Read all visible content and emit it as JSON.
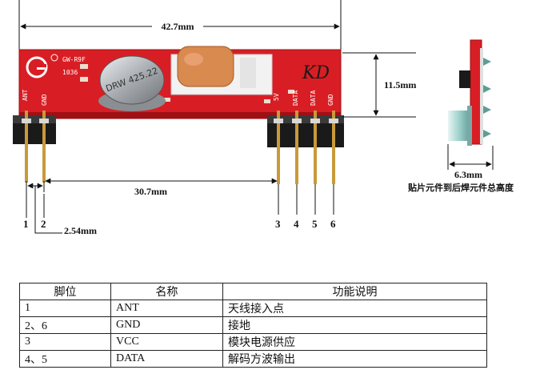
{
  "dimensions": {
    "length": "42.7mm",
    "height": "11.5mm",
    "pitch": "2.54mm",
    "pin_span": "30.7mm",
    "smd_height": "6.3mm",
    "smd_note": "贴片元件到后焊元件总高度"
  },
  "board": {
    "model": "GW-R9F",
    "code": "1036",
    "crystal": "DRW 425.22",
    "logo": "KD",
    "pin_silk": [
      "ANT",
      "GND",
      "5V",
      "DATA",
      "DATA",
      "GND"
    ]
  },
  "pins": [
    "1",
    "2",
    "3",
    "4",
    "5",
    "6"
  ],
  "table": {
    "headers": [
      "脚位",
      "名称",
      "功能说明"
    ],
    "rows": [
      {
        "pin": "1",
        "name": "ANT",
        "desc": "天线接入点"
      },
      {
        "pin": "2、6",
        "name": "GND",
        "desc": "接地"
      },
      {
        "pin": "3",
        "name": "VCC",
        "desc": "模块电源供应"
      },
      {
        "pin": "4、5",
        "name": "DATA",
        "desc": "解码方波输出"
      }
    ]
  },
  "colors": {
    "pcb": "#d81e24",
    "pcb_edge": "#9e1014",
    "header": "#1a1a1a",
    "pin": "#c89a3a",
    "cap": "#d98a4e",
    "crystal": "#b8bcc0",
    "side_stick": "#b8dcd8"
  }
}
